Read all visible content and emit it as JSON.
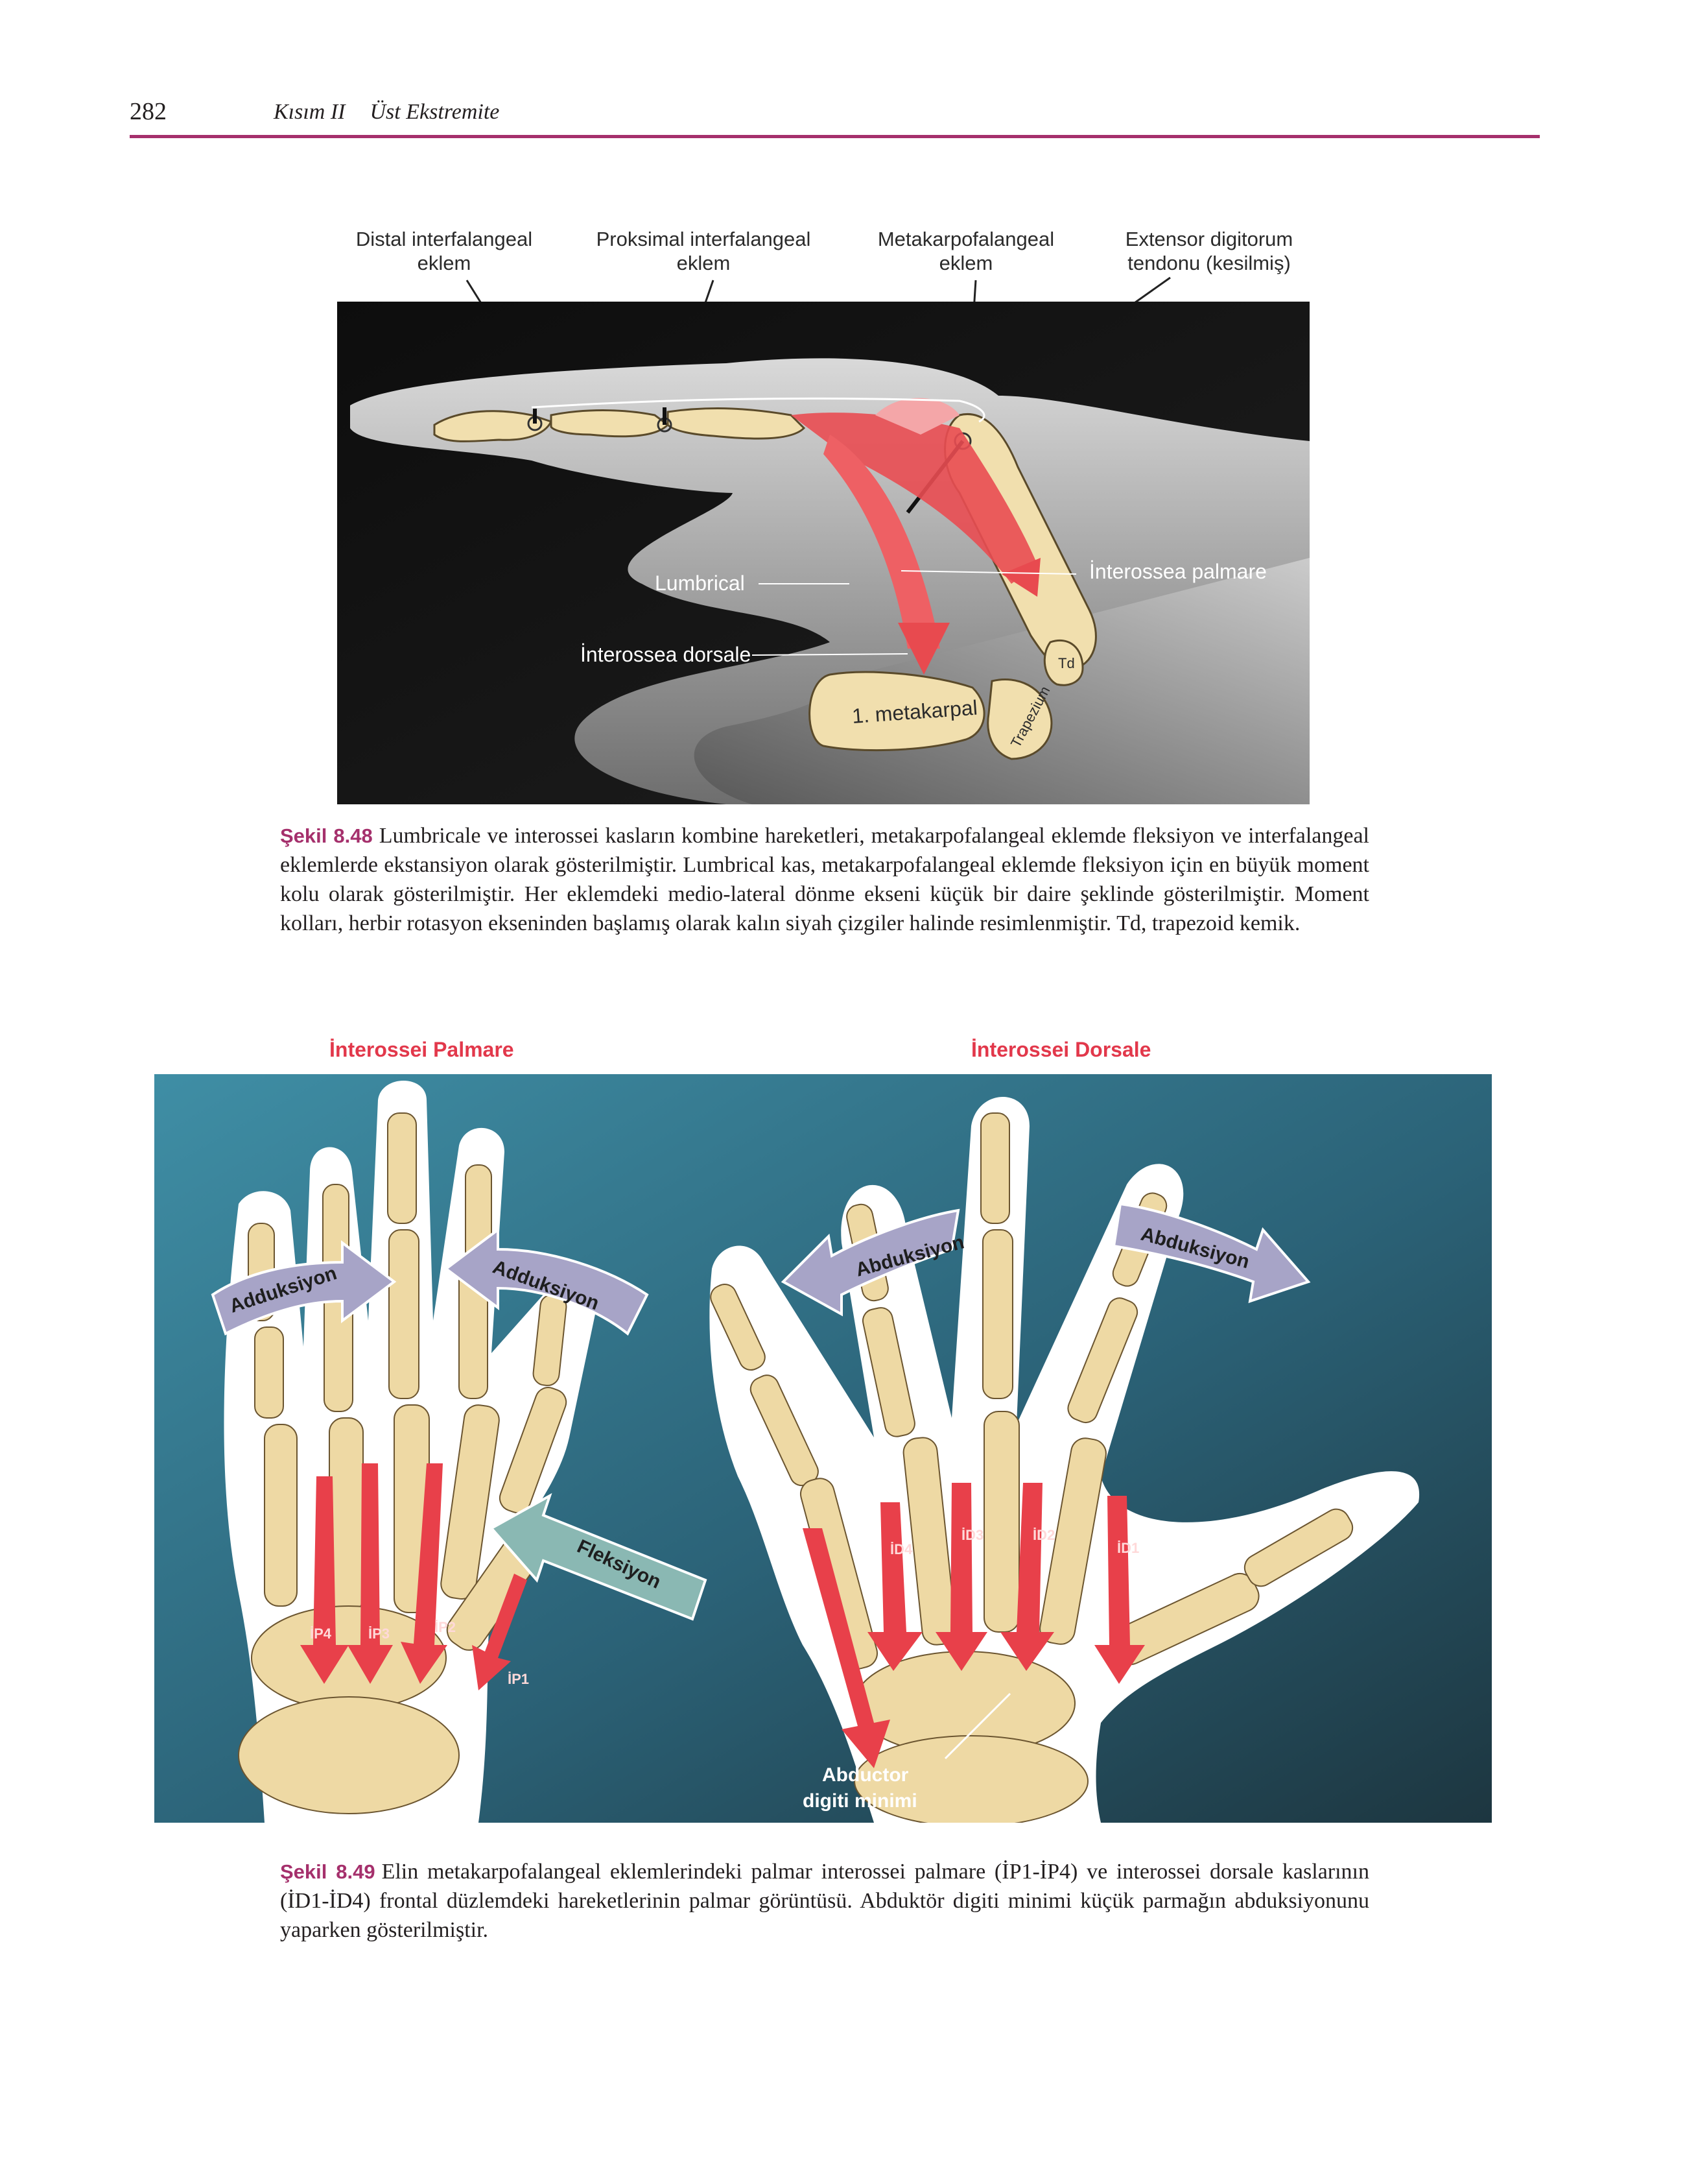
{
  "header": {
    "page_number": "282",
    "part": "Kısım II",
    "section": "Üst Ekstremite"
  },
  "figure_48": {
    "labels": {
      "dip": "Distal interfalangeal eklem",
      "pip": "Proksimal interfalangeal eklem",
      "mcp": "Metakarpofalangeal eklem",
      "extensor": "Extensor digitorum tendonu (kesilmiş)",
      "interossea_palmare": "İnterossea palmare",
      "lumbrical": "Lumbrical",
      "interossea_dorsale": "İnterossea dorsale",
      "metacarpal": "1. metakarpal",
      "trapezium": "Trapezium",
      "td": "Td"
    },
    "caption": {
      "number": "Şekil 8.48",
      "text": "Lumbricale ve interossei kasların kombine hareketleri, metakarpofalangeal eklemde fleksiyon ve interfalangeal eklemlerde ekstansiyon olarak gösterilmiştir. Lumbrical kas, metakarpofalangeal eklemde fleksiyon için en büyük moment kolu olarak gösterilmiştir. Her eklemdeki medio-lateral dönme ekseni küçük bir daire şeklinde gösterilmiştir. Moment kolları, herbir rotasyon ekseninden başlamış olarak kalın siyah çizgiler halinde resimlenmiştir. Td, trapezoid kemik."
    }
  },
  "figure_49": {
    "left_title": "İnterossei Palmare",
    "right_title": "İnterossei Dorsale",
    "left_arrows": {
      "add1": "Adduksiyon",
      "add2": "Adduksiyon",
      "flex": "Fleksiyon"
    },
    "right_arrows": {
      "abd1": "Abduksiyon",
      "abd2": "Abduksiyon"
    },
    "left_muscles": [
      "İP4",
      "İP3",
      "İP2",
      "İP1"
    ],
    "right_muscles": [
      "İD4",
      "İD3",
      "İD2",
      "İD1"
    ],
    "abductor_label": [
      "Abductor",
      "digiti minimi"
    ],
    "caption": {
      "number": "Şekil 8.49",
      "text": "Elin metakarpofalangeal eklemlerindeki palmar interossei palmare (İP1-İP4) ve interossei dorsale kaslarının (İD1-İD4) frontal düzlemdeki hareketlerinin palmar görüntüsü. Abduktör digiti minimi küçük parmağın abduksiyonunu yaparken gösterilmiştir."
    }
  }
}
